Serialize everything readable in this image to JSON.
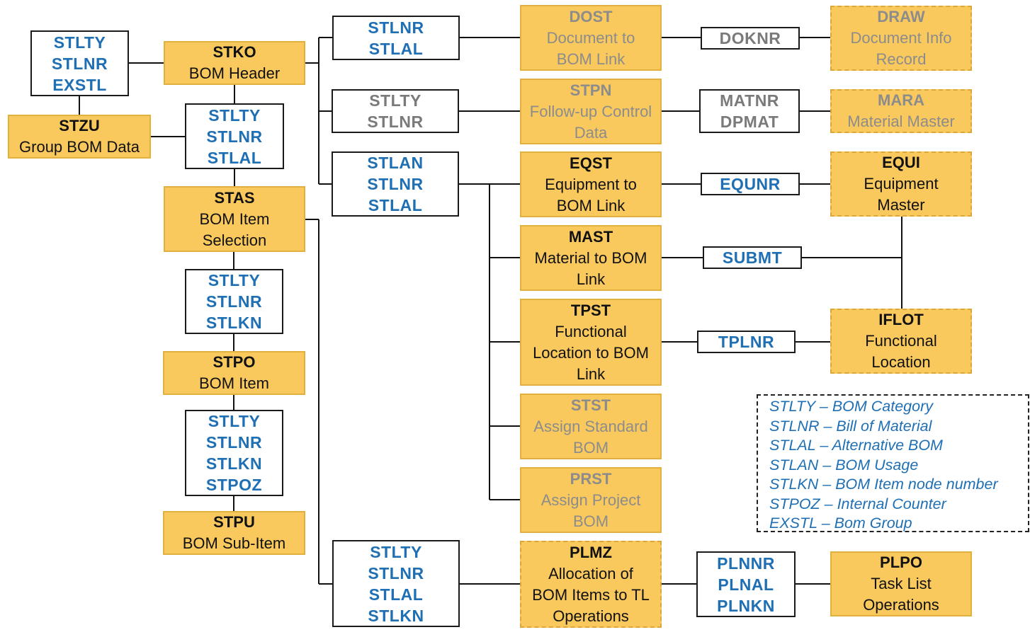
{
  "tables": {
    "stko": {
      "code": "STKO",
      "desc": [
        "BOM Header"
      ]
    },
    "stzu": {
      "code": "STZU",
      "desc": [
        "Group BOM Data"
      ]
    },
    "stas": {
      "code": "STAS",
      "desc": [
        "BOM Item",
        "Selection"
      ]
    },
    "stpo": {
      "code": "STPO",
      "desc": [
        "BOM Item"
      ]
    },
    "stpu": {
      "code": "STPU",
      "desc": [
        "BOM Sub-Item"
      ]
    },
    "dost": {
      "code": "DOST",
      "desc": [
        "Document to",
        "BOM Link"
      ]
    },
    "stpn": {
      "code": "STPN",
      "desc": [
        "Follow-up Control",
        "Data"
      ]
    },
    "eqst": {
      "code": "EQST",
      "desc": [
        "Equipment to",
        "BOM Link"
      ]
    },
    "mast": {
      "code": "MAST",
      "desc": [
        "Material to BOM",
        "Link"
      ]
    },
    "tpst": {
      "code": "TPST",
      "desc": [
        "Functional",
        "Location to BOM",
        "Link"
      ]
    },
    "stst": {
      "code": "STST",
      "desc": [
        "Assign Standard",
        "BOM"
      ]
    },
    "prst": {
      "code": "PRST",
      "desc": [
        "Assign Project",
        "BOM"
      ]
    },
    "plmz": {
      "code": "PLMZ",
      "desc": [
        "Allocation of",
        "BOM Items to TL",
        "Operations"
      ]
    },
    "draw": {
      "code": "DRAW",
      "desc": [
        "Document Info",
        "Record"
      ]
    },
    "mara": {
      "code": "MARA",
      "desc": [
        "Material Master"
      ]
    },
    "equi": {
      "code": "EQUI",
      "desc": [
        "Equipment",
        "Master"
      ]
    },
    "iflot": {
      "code": "IFLOT",
      "desc": [
        "Functional",
        "Location"
      ]
    },
    "plpo": {
      "code": "PLPO",
      "desc": [
        "Task List",
        "Operations"
      ]
    }
  },
  "keys": {
    "k_stko": [
      "STLTY",
      "STLNR",
      "EXSTL"
    ],
    "k_stzu": [
      "STLTY",
      "STLNR",
      "STLAL"
    ],
    "k_stas": [
      "STLTY",
      "STLNR",
      "STLKN"
    ],
    "k_stpo": [
      "STLTY",
      "STLNR",
      "STLKN",
      "STPOZ"
    ],
    "k_dost": [
      "STLNR",
      "STLAL"
    ],
    "k_stpn": [
      "STLTY",
      "STLNR"
    ],
    "k_links": [
      "STLAN",
      "STLNR",
      "STLAL"
    ],
    "k_plmz": [
      "STLTY",
      "STLNR",
      "STLAL",
      "STLKN"
    ],
    "k_doknr": [
      "DOKNR"
    ],
    "k_matnr": [
      "MATNR",
      "DPMAT"
    ],
    "k_equnr": [
      "EQUNR"
    ],
    "k_submt": [
      "SUBMT"
    ],
    "k_tplnr": [
      "TPLNR"
    ],
    "k_plnnr": [
      "PLNNR",
      "PLNAL",
      "PLNKN"
    ]
  },
  "legend": [
    "STLTY – BOM Category",
    "STLNR – Bill of Material",
    "STLAL – Alternative BOM",
    "STLAN – BOM Usage",
    "STLKN – BOM Item node number",
    "STPOZ – Internal Counter",
    "EXSTL – Bom Group"
  ],
  "colors": {
    "table_fill": "#f9c95e",
    "table_border": "#e0b13f",
    "key_text": "#1f6fb4",
    "muted_text": "#8c8c8c",
    "line": "#111111"
  }
}
